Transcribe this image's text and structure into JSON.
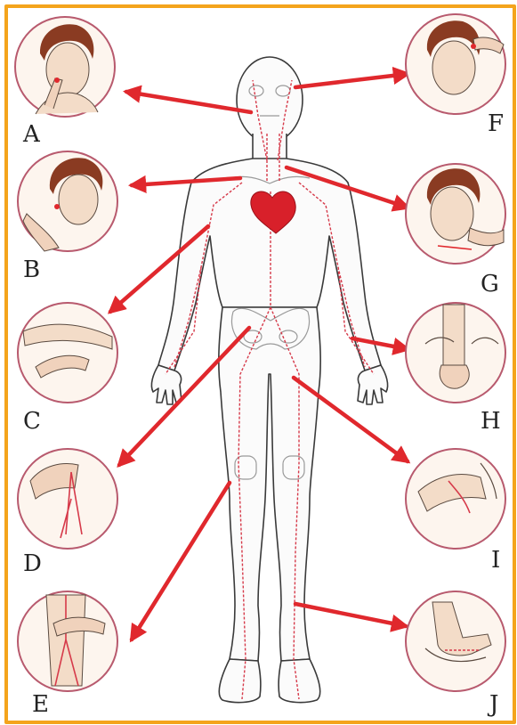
{
  "labels": {
    "a": "A",
    "b": "B",
    "c": "C",
    "d": "D",
    "e": "E",
    "f": "F",
    "g": "G",
    "h": "H",
    "i": "I",
    "j": "J"
  },
  "colors": {
    "frame": "#f4a41c",
    "arrow": "#e0282d",
    "artery": "#d63a4a",
    "circle": "#b85a6e",
    "outline": "#3a3a3a",
    "skin": "#f3dcc8",
    "hair": "#8a3b22"
  }
}
